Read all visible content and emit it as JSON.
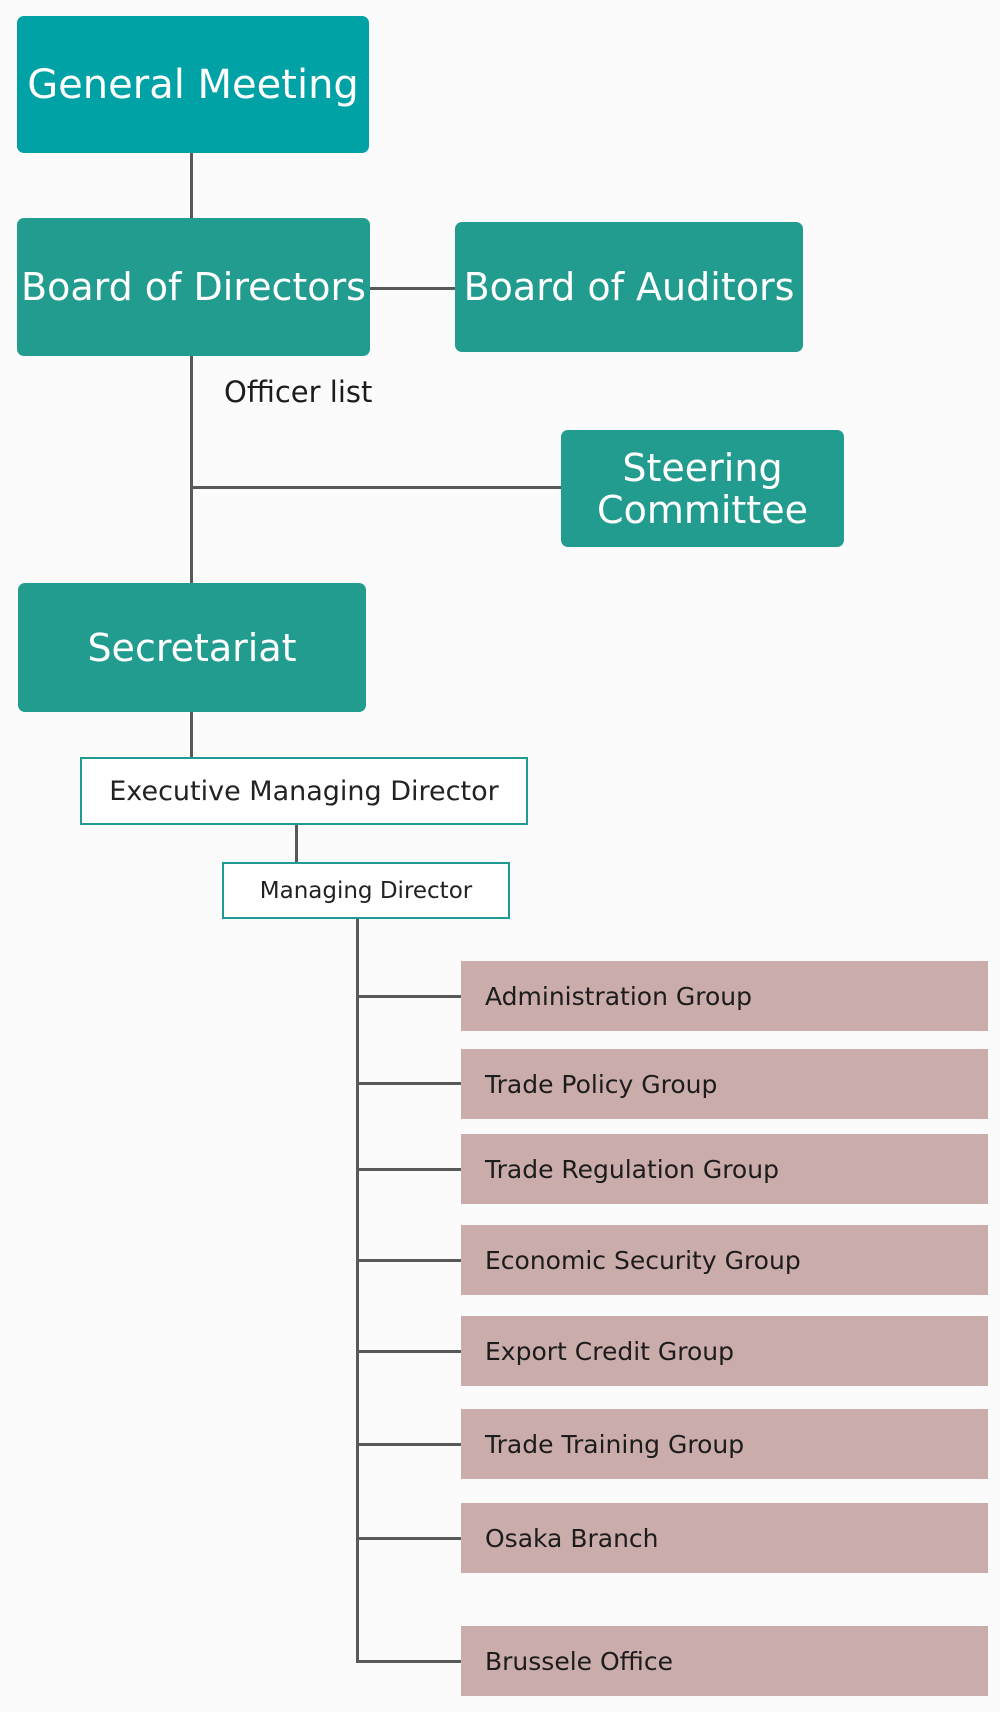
{
  "colors": {
    "teal": "#239c90",
    "teal_top": "#00a2a6",
    "group_fill": "#caacab",
    "outline": "#1f9b94",
    "connector": "#58595b"
  },
  "nodes": {
    "general_meeting": "General Meeting",
    "board_of_directors": "Board of Directors",
    "board_of_auditors": "Board of Auditors",
    "officer_list": "Officer list",
    "steering_committee_line1": "Steering",
    "steering_committee_line2": "Committee",
    "secretariat": "Secretariat",
    "executive_managing_director": "Executive Managing Director",
    "managing_director": "Managing Director"
  },
  "groups": [
    "Administration Group",
    "Trade Policy Group",
    "Trade Regulation Group",
    "Economic Security Group",
    "Export Credit Group",
    "Trade Training Group",
    "Osaka Branch",
    "Brussele Office"
  ]
}
